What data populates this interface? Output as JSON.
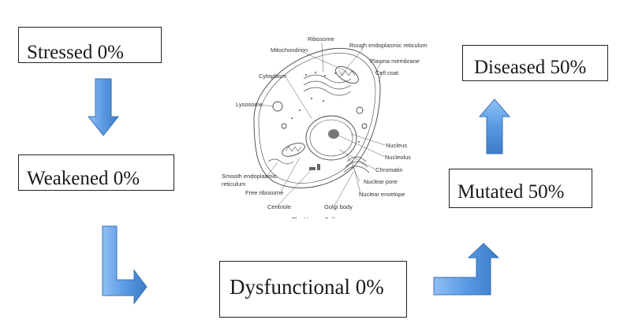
{
  "stages": {
    "stressed": "Stressed 0%",
    "weakened": "Weakened 0%",
    "dysfunctional": "Dysfunctional 0%",
    "mutated": "Mutated 50%",
    "diseased": "Diseased 50%"
  },
  "arrow_color": "#4f8fd8",
  "cell_diagram": {
    "labels": {
      "ribosome": "Ribosome",
      "rough_er": "Rough endoplasmic reticulum",
      "mitochondrion": "Mitochondrion",
      "plasma_membrane": "Plasma membrane",
      "cell_coat": "Cell coat",
      "cytoplasm": "Cytoplasm",
      "lysosome": "Lysosome",
      "nucleus": "Nucleus",
      "nucleolus": "Nucleolus",
      "chromatin": "Chromatin",
      "nuclear_pore": "Nuclear pore",
      "smooth_er_1": "Smooth endoplasmic",
      "smooth_er_2": "reticulum",
      "free_ribosome": "Free ribosome",
      "nuclear_envelope": "Nuclear envelope",
      "centriole": "Centriole",
      "golgi_body": "Golgi body",
      "caption": "The Human Cell"
    }
  }
}
